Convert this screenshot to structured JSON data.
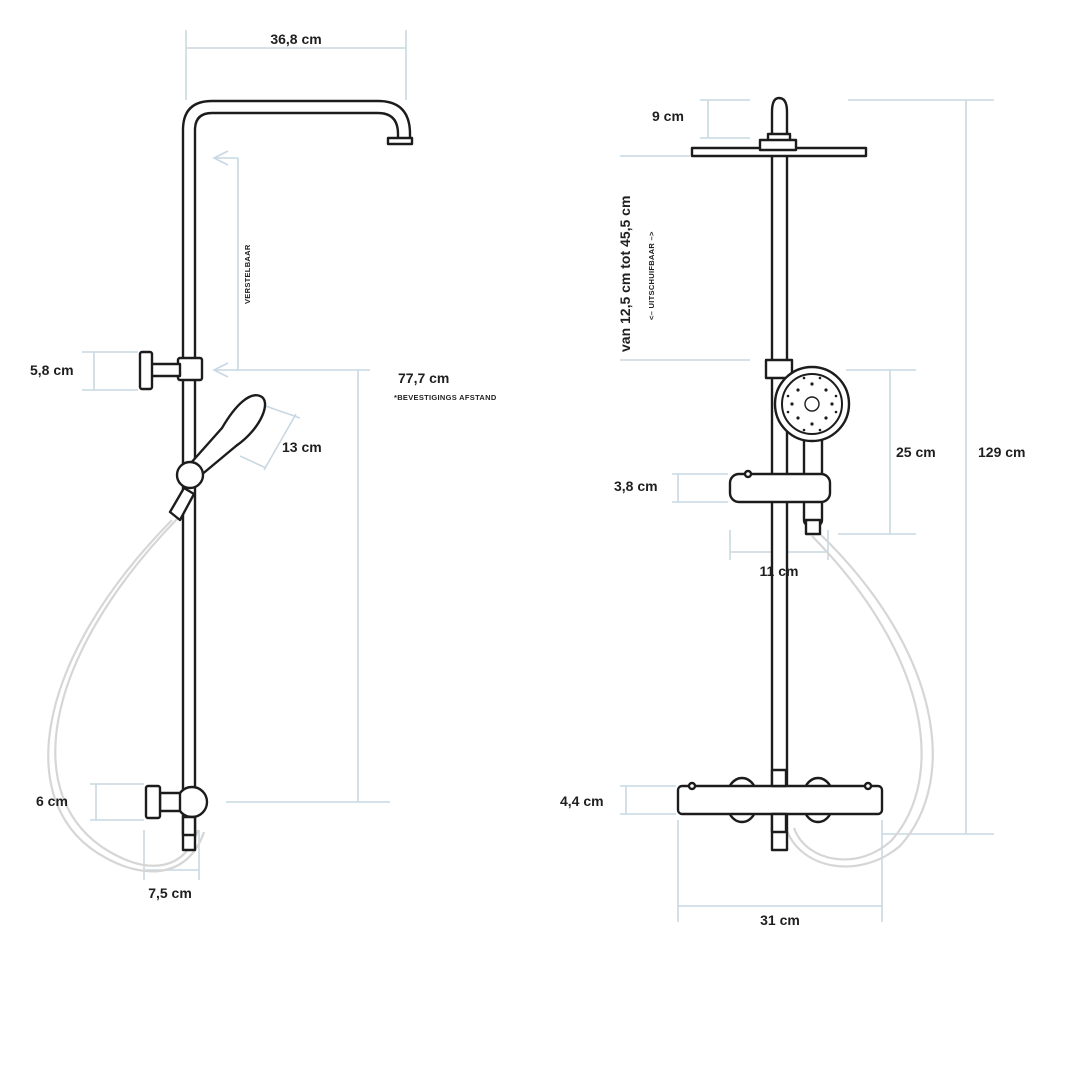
{
  "left_view": {
    "width_top": "36,8 cm",
    "adjustable": "VERSTELBAAR",
    "knob_upper": "5,8 cm",
    "mount_distance": "77,7 cm",
    "mount_distance_note": "*BEVESTIGINGS AFSTAND",
    "handshower": "13 cm",
    "knob_lower": "6 cm",
    "bottom_depth": "7,5 cm"
  },
  "right_view": {
    "head_height": "9 cm",
    "slide_range": "van 12,5 cm tot 45,5 cm",
    "slide_note": "<– UITSCHUIFBAAR –>",
    "hand_length": "25 cm",
    "total_height": "129 cm",
    "shelf_height": "3,8 cm",
    "shelf_width": "11 cm",
    "thermostat_height": "4,4 cm",
    "thermostat_width": "31 cm"
  }
}
